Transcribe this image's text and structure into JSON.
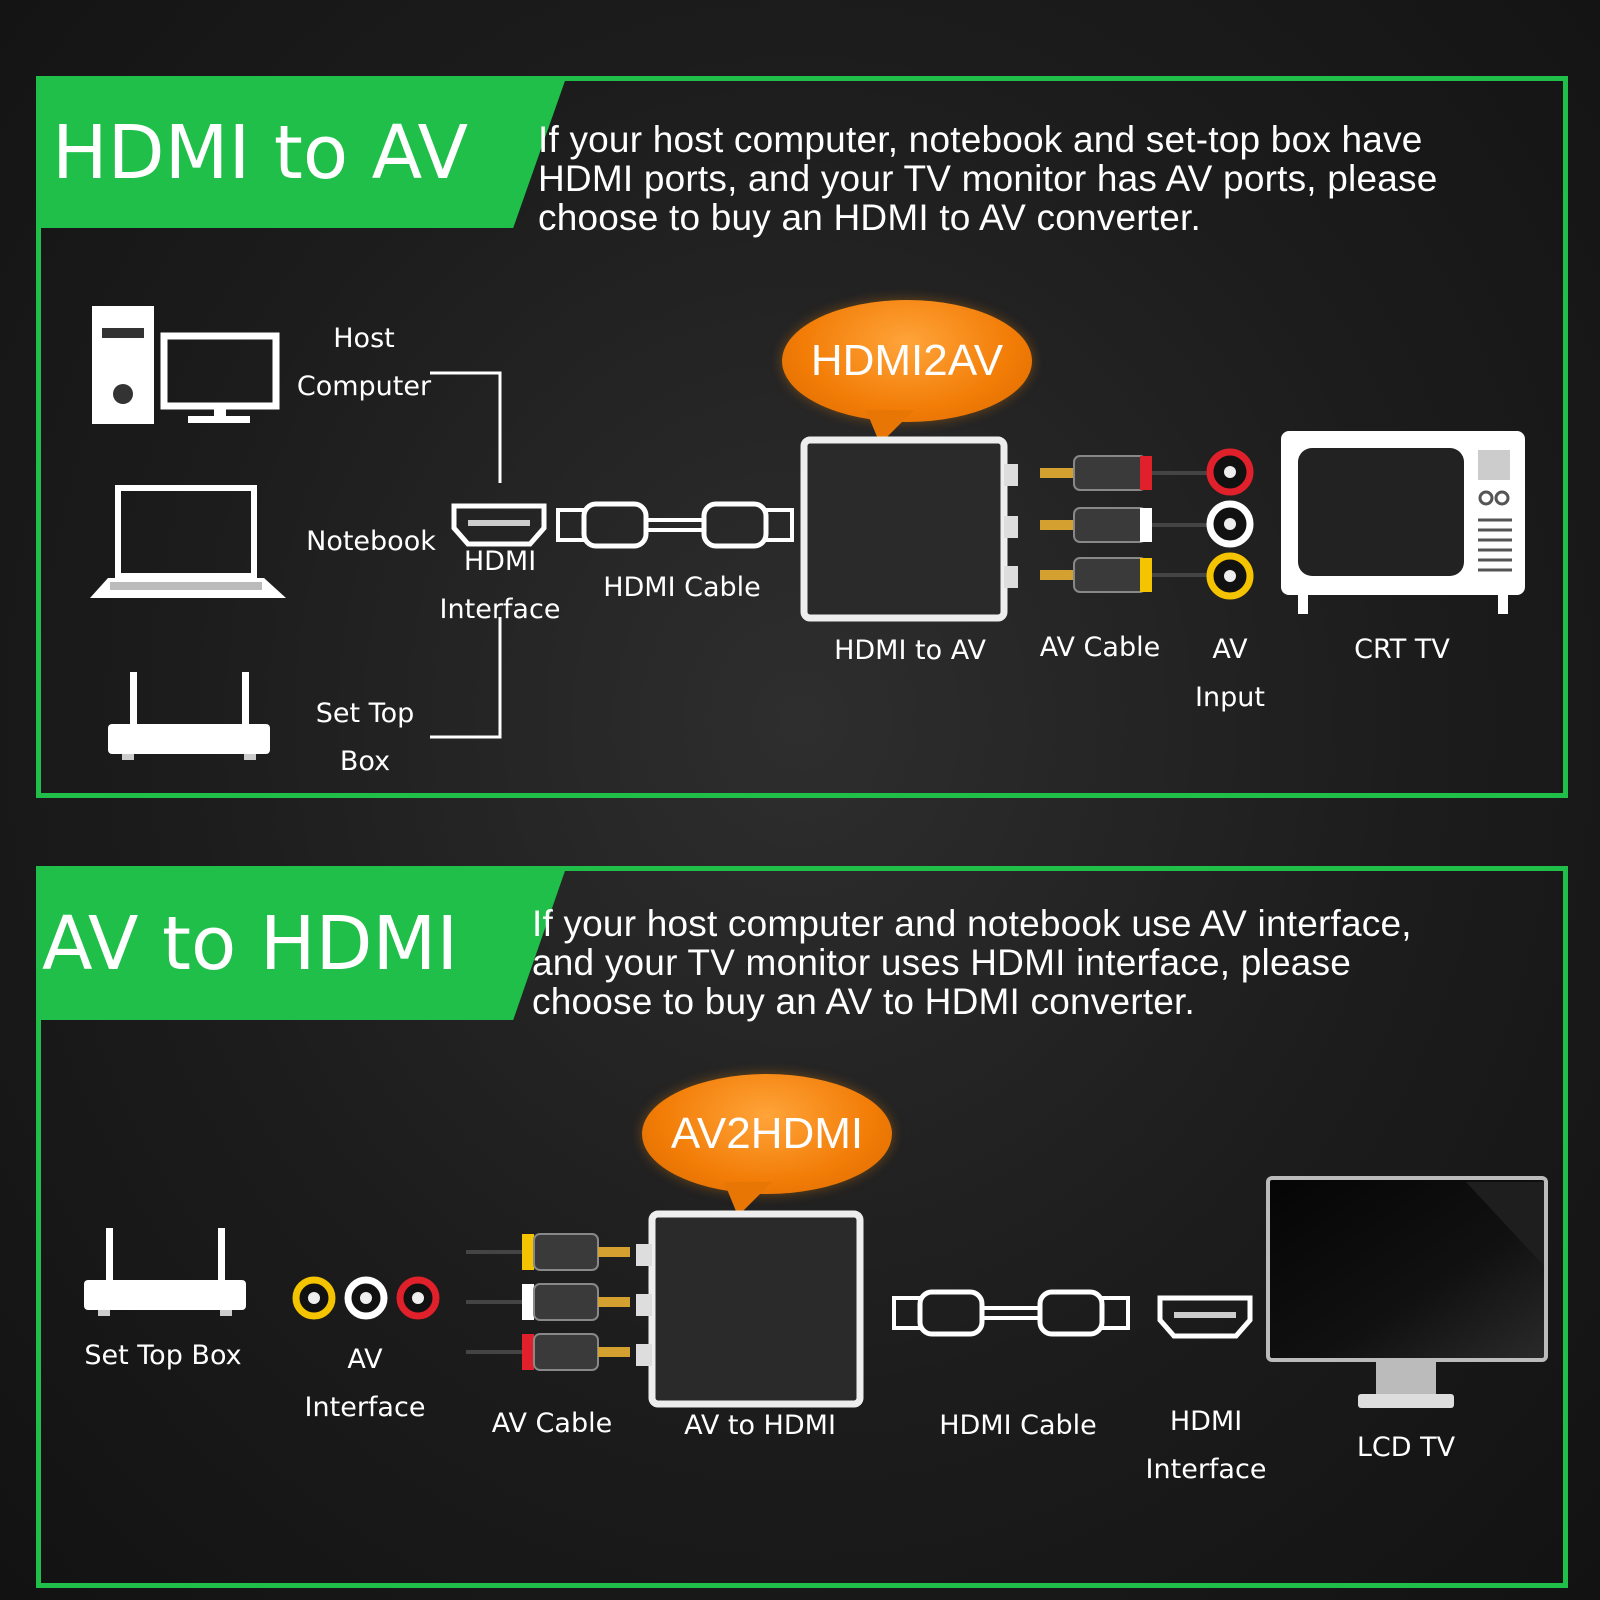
{
  "top": {
    "title": "HDMI to AV",
    "description": [
      "If your host computer, notebook and set-top box have",
      "HDMI ports, and your TV monitor has AV ports, please",
      "choose to buy an HDMI to AV converter."
    ],
    "bubble": "HDMI2AV",
    "labels": {
      "host_computer": [
        "Host",
        "Computer"
      ],
      "notebook": "Notebook",
      "set_top_box": [
        "Set Top",
        "Box"
      ],
      "hdmi_interface": [
        "HDMI",
        "Interface"
      ],
      "hdmi_cable": "HDMI Cable",
      "converter": "HDMI to AV",
      "av_cable": "AV Cable",
      "av_input": [
        "AV",
        "Input"
      ],
      "crt_tv": "CRT TV"
    }
  },
  "bottom": {
    "title": "AV to HDMI",
    "description": [
      "If your host computer and notebook use AV interface,",
      "and your TV monitor uses HDMI interface, please",
      "choose to buy an AV to HDMI converter."
    ],
    "bubble": "AV2HDMI",
    "labels": {
      "set_top_box": "Set Top Box",
      "av_interface": [
        "AV",
        "Interface"
      ],
      "av_cable": "AV Cable",
      "converter": "AV to HDMI",
      "hdmi_cable": "HDMI Cable",
      "hdmi_interface": [
        "HDMI",
        "Interface"
      ],
      "lcd_tv": "LCD TV"
    }
  },
  "colors": {
    "accent": "#1fbf4a",
    "bubble": "#f27c06",
    "rca_red": "#e0202a",
    "rca_white": "#ffffff",
    "rca_yellow": "#f5c400"
  },
  "icons": [
    "desktop-computer-icon",
    "laptop-icon",
    "router-icon",
    "hdmi-port-icon",
    "hdmi-cable-icon",
    "converter-box-icon",
    "rca-plug-icon",
    "rca-jack-icon",
    "crt-tv-icon",
    "lcd-tv-icon"
  ]
}
